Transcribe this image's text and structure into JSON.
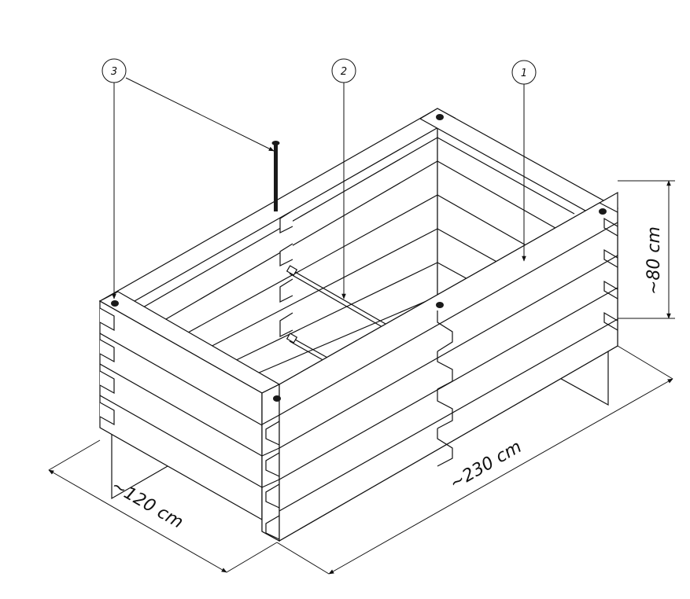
{
  "callouts": [
    {
      "number": "1"
    },
    {
      "number": "2"
    },
    {
      "number": "3"
    }
  ],
  "dimensions": {
    "width": "~120 cm",
    "length": "~230 cm",
    "height": "~80 cm"
  },
  "colors": {
    "line": "#111111",
    "fill": "#ffffff",
    "pin": "#1a1a1a"
  }
}
